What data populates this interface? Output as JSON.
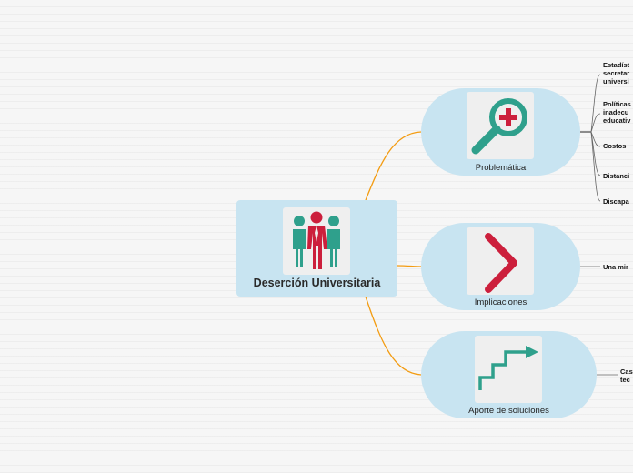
{
  "central": {
    "title": "Deserción Universitaria",
    "icon": "people-group-icon"
  },
  "branches": [
    {
      "label": "Problemática",
      "icon": "magnifier-plus-icon"
    },
    {
      "label": "Implicaciones",
      "icon": "chevron-right-icon"
    },
    {
      "label": "Aporte de soluciones",
      "icon": "stairs-arrow-icon"
    }
  ],
  "leaves": {
    "problematica": [
      {
        "lines": [
          "Estadíst",
          "secretar",
          "universi"
        ]
      },
      {
        "lines": [
          "Políticas",
          "inadecu",
          "educativ"
        ]
      },
      {
        "lines": [
          "Costos"
        ]
      },
      {
        "lines": [
          "Distanci"
        ]
      },
      {
        "lines": [
          "Discapa"
        ]
      }
    ],
    "implicaciones": [
      {
        "lines": [
          "Una mir"
        ]
      }
    ],
    "aporte": [
      {
        "lines": [
          "Cas",
          "tec"
        ]
      }
    ]
  },
  "colors": {
    "node_fill": "#c8e4f1",
    "connector": "#f39c12",
    "icon_teal": "#2fa08c",
    "icon_red": "#cc1f3c",
    "picture_bg": "#efefef"
  }
}
